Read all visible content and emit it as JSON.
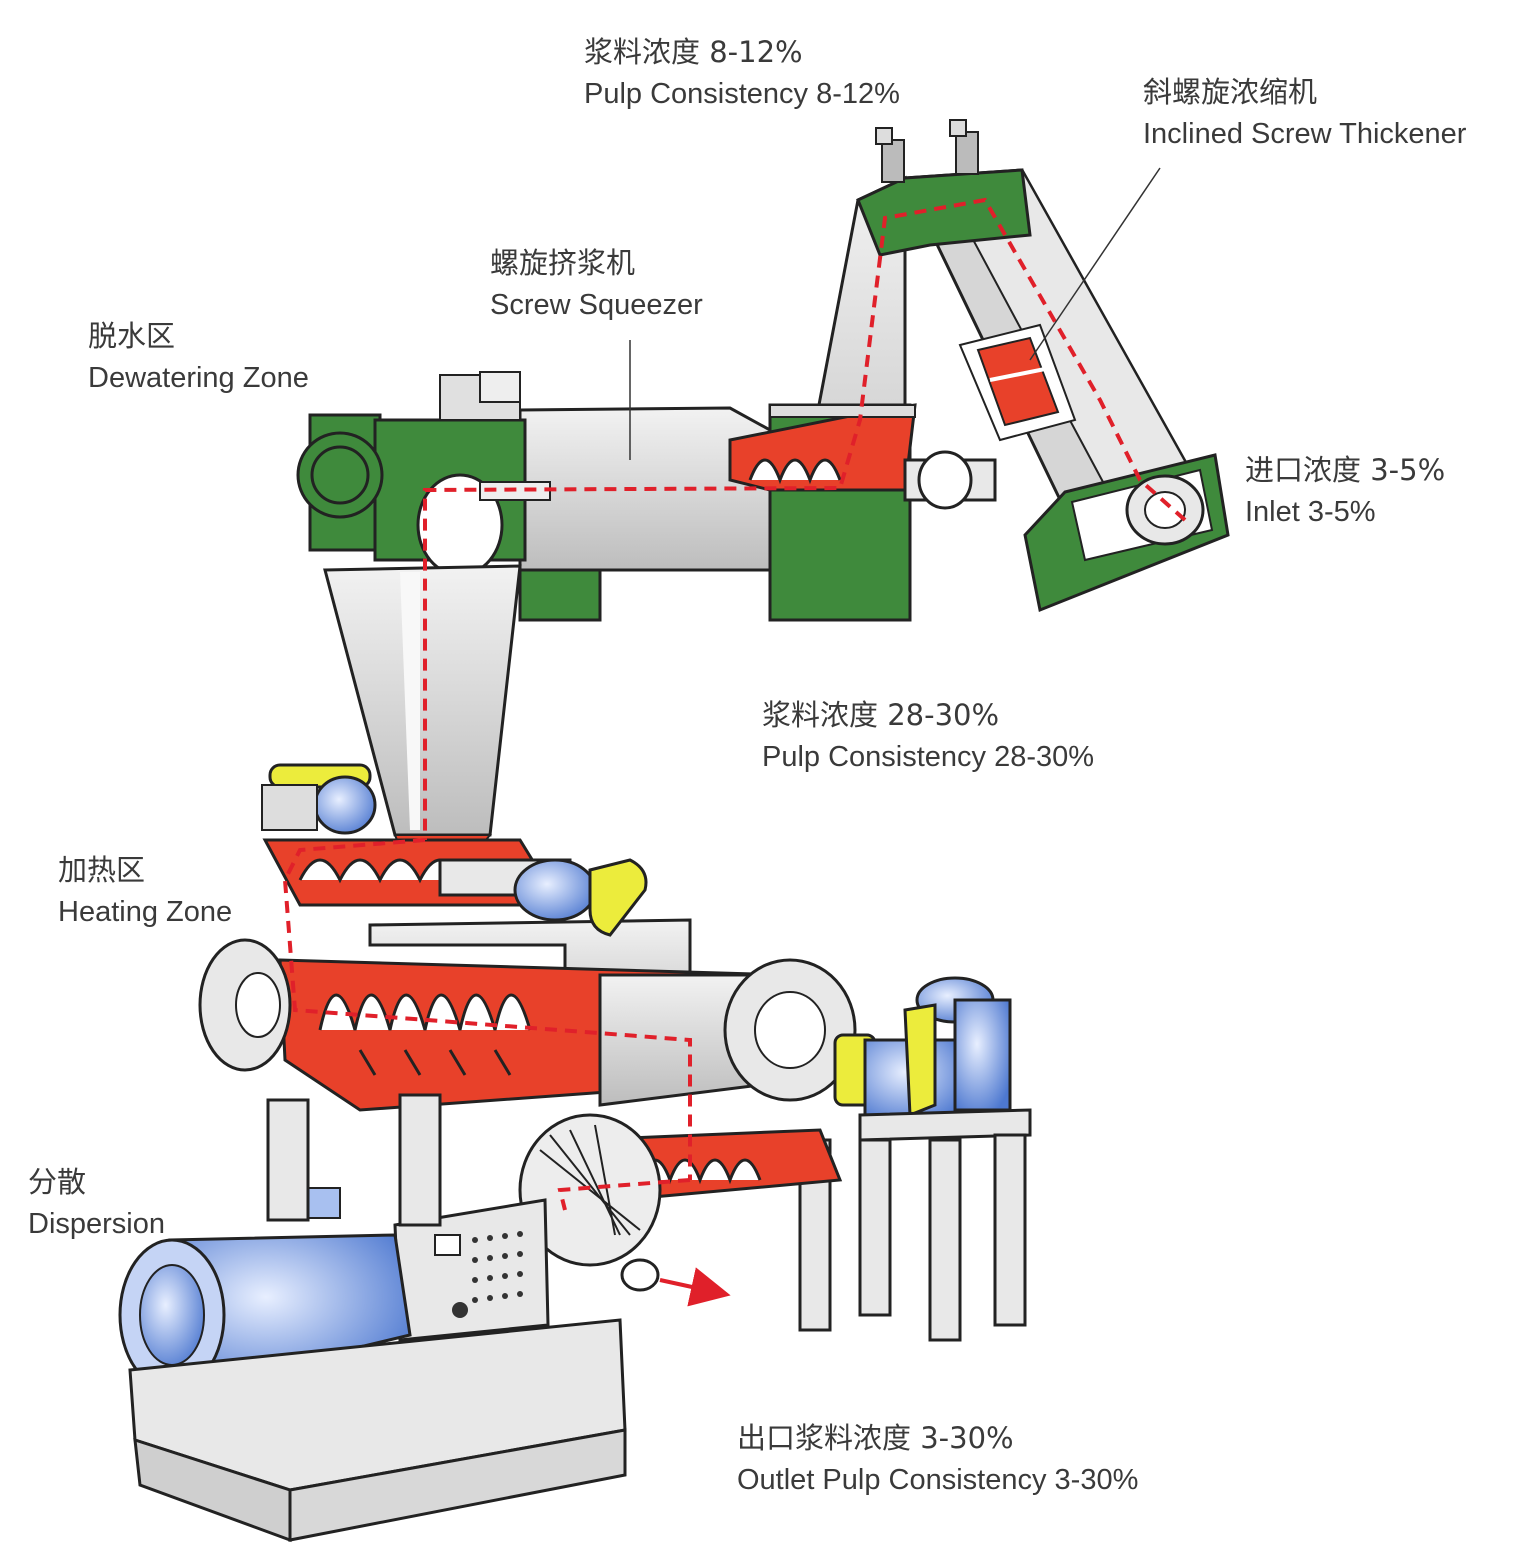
{
  "colors": {
    "machine_green": "#3f8a3c",
    "machine_grey": "#d9d9d9",
    "pulp_red": "#e8412a",
    "flow_dash": "#e0202a",
    "motor_blue": "#5b86d8",
    "guard_yellow": "#ecec3c",
    "outline": "#222222",
    "text": "#3a3a3a"
  },
  "labels": {
    "pulp_inlet_consistency": {
      "zh": "浆料浓度 8-12%",
      "en": "Pulp Consistency 8-12%"
    },
    "thickener": {
      "zh": "斜螺旋浓缩机",
      "en": "Inclined Screw Thickener"
    },
    "squeezer": {
      "zh": "螺旋挤浆机",
      "en": "Screw Squeezer"
    },
    "dewatering": {
      "zh": "脱水区",
      "en": "Dewatering Zone"
    },
    "inlet": {
      "zh": "进口浓度 3-5%",
      "en": "Inlet 3-5%"
    },
    "mid_consistency": {
      "zh": "浆料浓度 28-30%",
      "en": "Pulp Consistency 28-30%"
    },
    "heating": {
      "zh": "加热区",
      "en": "Heating Zone"
    },
    "dispersion": {
      "zh": "分散",
      "en": "Dispersion"
    },
    "outlet": {
      "zh": "出口浆料浓度 3-30%",
      "en": "Outlet Pulp Consistency 3-30%"
    }
  }
}
